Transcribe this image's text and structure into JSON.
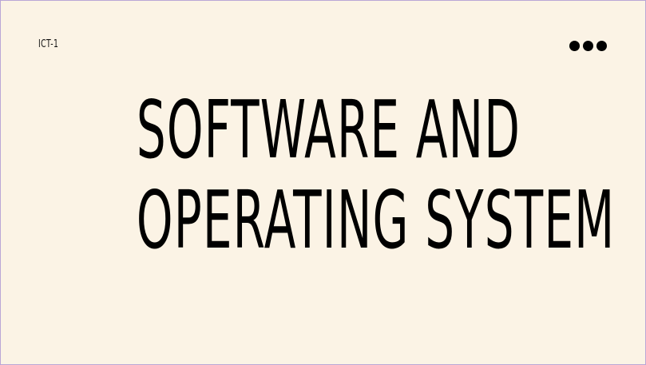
{
  "slide": {
    "course_code": "ICT-1",
    "title_line_1": "SOFTWARE AND",
    "title_line_2": "OPERATING SYSTEM",
    "menu_icon": "more-dots-icon",
    "colors": {
      "background": "#fbf3e5",
      "text": "#000000",
      "border": "#b9a6d6"
    }
  }
}
